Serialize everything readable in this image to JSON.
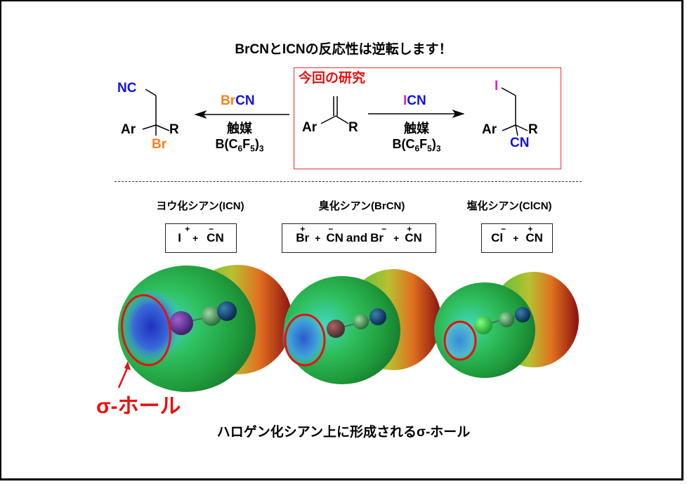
{
  "title": "BrCNとICNの反応性は逆転します！",
  "scheme": {
    "highlight_box_label": "今回の研究",
    "left_product": {
      "nc_label": "NC",
      "ar_label": "Ar",
      "r_label": "R",
      "br_label": "Br"
    },
    "left_arrow": {
      "reagent_br": "Br",
      "reagent_cn": "CN",
      "catalyst": "触媒",
      "boron_prefix": "B(C",
      "sub6": "6",
      "f": "F",
      "sub5": "5",
      "close": ")",
      "sub3": "3"
    },
    "substrate": {
      "ar_label": "Ar",
      "r_label": "R"
    },
    "right_arrow": {
      "reagent_i": "I",
      "reagent_cn": "CN",
      "catalyst": "触媒",
      "boron_prefix": "B(C",
      "sub6": "6",
      "f": "F",
      "sub5": "5",
      "close": ")",
      "sub3": "3"
    },
    "right_product": {
      "i_label": "I",
      "ar_label": "Ar",
      "r_label": "R",
      "cn_label": "CN"
    }
  },
  "compounds": [
    {
      "name": "ヨウ化シアン(ICN)",
      "ions": {
        "a": "I",
        "a_charge": "+",
        "plus": "+",
        "b": "CN",
        "b_charge": "−"
      }
    },
    {
      "name": "臭化シアン(BrCN)",
      "ions": {
        "a": "Br",
        "a_charge": "+",
        "plus": "+",
        "b": "CN",
        "b_charge": "−",
        "and": "and",
        "c": "Br",
        "c_charge": "−",
        "plus2": "+",
        "d": "CN",
        "d_charge": "+"
      }
    },
    {
      "name": "塩化シアン(ClCN)",
      "ions": {
        "a": "Cl",
        "a_charge": "−",
        "plus": "+",
        "b": "CN",
        "b_charge": "+"
      }
    }
  ],
  "sigma_hole_label": "σ-ホール",
  "caption": "ハロゲン化シアン上に形成されるσ-ホール",
  "colors": {
    "red": "#e81010",
    "blue": "#1010e8",
    "orange": "#f58220",
    "magenta": "#e020d0"
  }
}
